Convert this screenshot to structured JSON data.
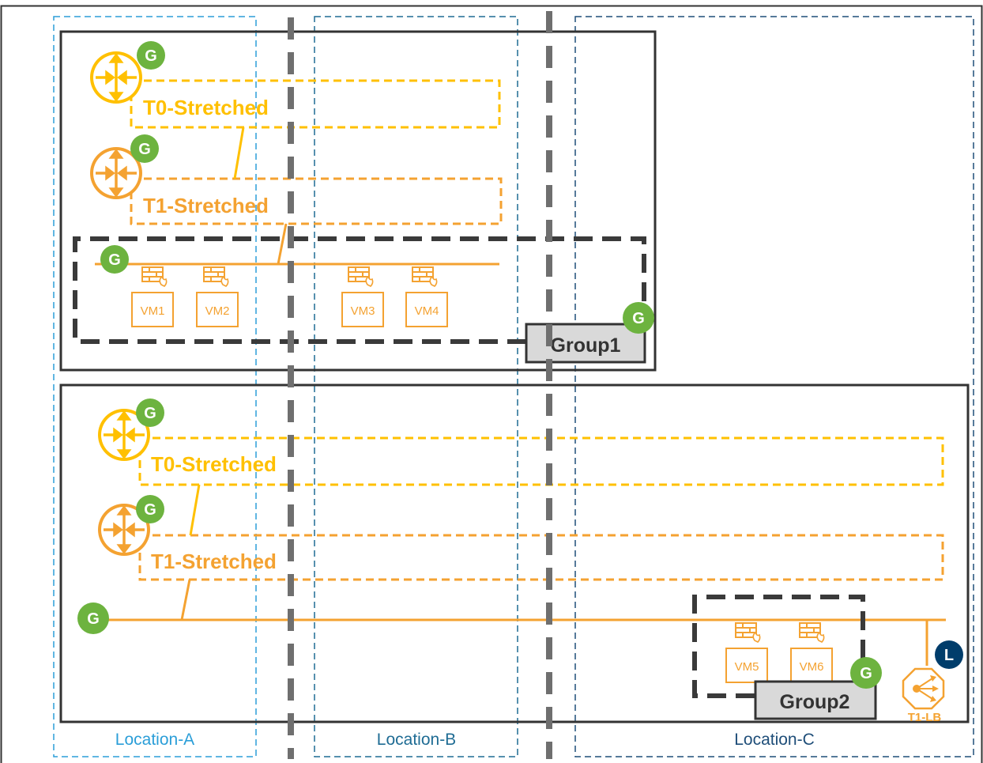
{
  "colors": {
    "t0": "#FFC000",
    "t1": "#F4A231",
    "badge_global": "#6DB33F",
    "badge_local": "#003D6B",
    "location_a": "#2B9ED8",
    "location_b": "#1F6C94",
    "location_c": "#1F4E79",
    "group_border": "#3A3A3A",
    "group_label_bg": "#D9D9D9",
    "separator": "#6F6F6F",
    "frame": "#333333"
  },
  "locations": [
    {
      "label": "Location-A"
    },
    {
      "label": "Location-B"
    },
    {
      "label": "Location-C"
    }
  ],
  "badges": {
    "global": "G",
    "local": "L"
  },
  "top": {
    "t0_label": "T0-Stretched",
    "t1_label": "T1-Stretched",
    "group_label": "Group1",
    "vms": [
      {
        "label": "VM1"
      },
      {
        "label": "VM2"
      },
      {
        "label": "VM3"
      },
      {
        "label": "VM4"
      }
    ]
  },
  "bottom": {
    "t0_label": "T0-Stretched",
    "t1_label": "T1-Stretched",
    "group_label": "Group2",
    "lb_label": "T1-LB",
    "vms": [
      {
        "label": "VM5"
      },
      {
        "label": "VM6"
      }
    ]
  },
  "icons": {
    "router": "router-icon",
    "firewall": "firewall-icon",
    "load_balancer": "load-balancer-icon"
  }
}
